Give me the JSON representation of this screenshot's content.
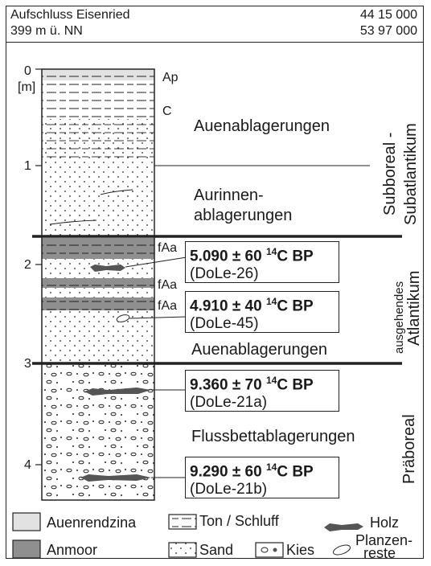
{
  "header": {
    "site": "Aufschluss Eisenried",
    "elevation": "399 m ü. NN",
    "coord_right": "44 15 000",
    "coord_height": "53 97 000"
  },
  "axis": {
    "unit": "[m]",
    "ticks": [
      "0",
      "1",
      "2",
      "3",
      "4"
    ]
  },
  "horizons": {
    "ap": "Ap",
    "c": "C",
    "faa1": "fAa",
    "faa2": "fAa",
    "faa3": "fAa"
  },
  "units": {
    "auen1": "Auenablagerungen",
    "aurinnen1": "Aurinnen-",
    "aurinnen2": "ablagerungen",
    "auen2": "Auenablagerungen",
    "fluss": "Flussbettablagerungen"
  },
  "dates": [
    {
      "age": "5.090 ± 60",
      "unit": "C BP",
      "sup": "14",
      "lab": "(DoLe-26)"
    },
    {
      "age": "4.910 ± 40",
      "unit": "C BP",
      "sup": "14",
      "lab": "(DoLe-45)"
    },
    {
      "age": "9.360 ± 70",
      "unit": "C BP",
      "sup": "14",
      "lab": "(DoLe-21a)"
    },
    {
      "age": "9.290 ± 60",
      "unit": "C BP",
      "sup": "14",
      "lab": "(DoLe-21b)"
    }
  ],
  "periods": {
    "sub1": "Subboreal -",
    "sub2": "Subatlantikum",
    "atl1": "ausgehendes",
    "atl2": "Atlantikum",
    "pra": "Präboreal"
  },
  "legend": {
    "auenrendzina": "Auenrendzina",
    "ton": "Ton / Schluff",
    "holz": "Holz",
    "anmoor": "Anmoor",
    "sand": "Sand",
    "kies": "Kies",
    "pflanz1": "Planzen-",
    "pflanz2": "reste"
  },
  "colors": {
    "auenrendzina": "#e2e2e2",
    "anmoor": "#8f8f8f",
    "line": "#222222"
  }
}
